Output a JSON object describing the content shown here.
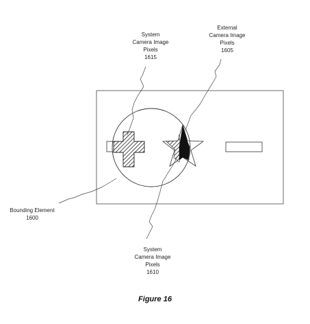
{
  "labels": {
    "system_pixels_1615": [
      "System",
      "Camera Image",
      "Pixels",
      "1615"
    ],
    "external_pixels_1605": [
      "External",
      "Camera Image",
      "Pixels",
      "1605"
    ],
    "system_pixels_1610": [
      "System",
      "Camera Image",
      "Pixels",
      "1610"
    ],
    "bounding_element_1600": [
      "Bounding Element",
      "1600"
    ]
  },
  "caption": "Figure 16",
  "colors": {
    "line": "#333333",
    "fill_dark": "#111111",
    "hatch": "#222222"
  }
}
